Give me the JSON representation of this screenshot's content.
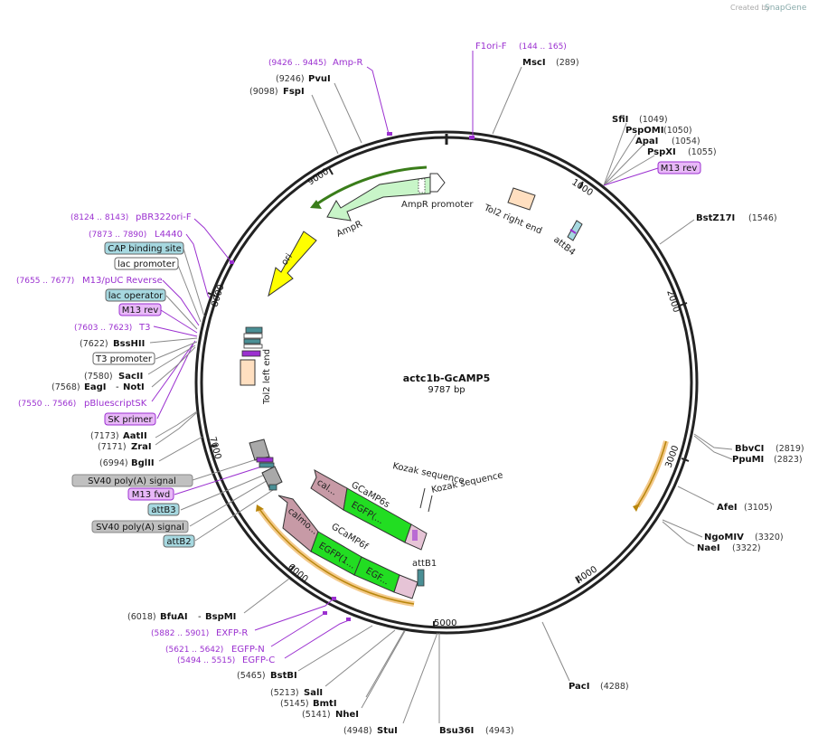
{
  "credit": {
    "created_by": "Created by",
    "app": "SnapGene"
  },
  "plasmid": {
    "name": "actc1b-GcAMP5",
    "size": "9787 bp"
  },
  "ticks": [
    "1000",
    "2000",
    "3000",
    "4000",
    "5000",
    "6000",
    "7000",
    "8000",
    "9000"
  ],
  "colors": {
    "primer": "#9b30d0",
    "yellow_feature": "#ffff00",
    "green_feature": "#c8f5c8",
    "gfp": "#22dd22",
    "mauve_feature": "#c79aa6",
    "peach_feature": "#ffdfc0",
    "gray_feature": "#a9a9a9",
    "teal_feature": "#4a8f95",
    "orf_arc": "#f3c98a"
  },
  "primers": {
    "f1ori_f": {
      "name": "F1ori-F",
      "range": "(144 .. 165)"
    },
    "amp_r": {
      "range": "(9426 .. 9445)",
      "name": "Amp-R"
    },
    "pbr322": {
      "range": "(8124 .. 8143)",
      "name": "pBR322ori-F"
    },
    "l4440": {
      "range": "(7873 .. 7890)",
      "name": "L4440"
    },
    "m13puc": {
      "range": "(7655 .. 7677)",
      "name": "M13/pUC Reverse"
    },
    "t3": {
      "range": "(7603 .. 7623)",
      "name": "T3"
    },
    "pbluescript": {
      "range": "(7550 .. 7566)",
      "name": "pBluescriptSK"
    },
    "exfp_r": {
      "range": "(5882 .. 5901)",
      "name": "EXFP-R"
    },
    "egfp_n": {
      "range": "(5621 .. 5642)",
      "name": "EGFP-N"
    },
    "egfp_c": {
      "range": "(5494 .. 5515)",
      "name": "EGFP-C"
    }
  },
  "enzymes": {
    "msci": {
      "name": "MscI",
      "pos": "(289)"
    },
    "pvui": {
      "pos": "(9246)",
      "name": "PvuI"
    },
    "fspi": {
      "pos": "(9098)",
      "name": "FspI"
    },
    "sfii": {
      "name": "SfiI",
      "pos": "(1049)"
    },
    "pspomi": {
      "name": "PspOMI",
      "pos": "(1050)"
    },
    "apai": {
      "name": "ApaI",
      "pos": "(1054)"
    },
    "pspxi": {
      "name": "PspXI",
      "pos": "(1055)"
    },
    "bstz17i": {
      "name": "BstZ17I",
      "pos": "(1546)"
    },
    "bbvci": {
      "name": "BbvCI",
      "pos": "(2819)"
    },
    "ppumi": {
      "name": "PpuMI",
      "pos": "(2823)"
    },
    "afei": {
      "name": "AfeI",
      "pos": "(3105)"
    },
    "ngomiv": {
      "name": "NgoMIV",
      "pos": "(3320)"
    },
    "naei": {
      "name": "NaeI",
      "pos": "(3322)"
    },
    "paci": {
      "name": "PacI",
      "pos": "(4288)"
    },
    "bsu36i": {
      "name": "Bsu36I",
      "pos": "(4943)"
    },
    "stui": {
      "pos": "(4948)",
      "name": "StuI"
    },
    "nhei": {
      "pos": "(5141)",
      "name": "NheI"
    },
    "bmti": {
      "pos": "(5145)",
      "name": "BmtI"
    },
    "sali": {
      "pos": "(5213)",
      "name": "SalI"
    },
    "bstbi": {
      "pos": "(5465)",
      "name": "BstBI"
    },
    "bfuai": {
      "pos": "(6018)",
      "name": "BfuAI",
      "sep": "-",
      "name2": "BspMI"
    },
    "bglii": {
      "pos": "(6994)",
      "name": "BglII"
    },
    "zrai": {
      "pos": "(7171)",
      "name": "ZraI"
    },
    "aatii": {
      "pos": "(7173)",
      "name": "AatII"
    },
    "eagi": {
      "pos": "(7568)",
      "name": "EagI",
      "sep": "-",
      "name2": "NotI"
    },
    "sacii": {
      "pos": "(7580)",
      "name": "SacII"
    },
    "bsshii": {
      "pos": "(7622)",
      "name": "BssHII"
    }
  },
  "boxed_labels": {
    "m13rev_top": "M13 rev",
    "cap": "CAP binding site",
    "lac_promoter": "lac promoter",
    "lac_operator": "lac operator",
    "m13rev_left": "M13 rev",
    "t3_promoter": "T3 promoter",
    "sk_primer": "SK primer",
    "sv40_1": "SV40 poly(A) signal",
    "m13fwd": "M13 fwd",
    "attb3": "attB3",
    "sv40_2": "SV40 poly(A) signal",
    "attb2": "attB2"
  },
  "features": {
    "ampr_promoter": "AmpR promoter",
    "ampr": "AmpR",
    "ori": "ori",
    "tol2_right": "Tol2 right end",
    "attb4": "attB4",
    "tol2_left": "Tol2 left end",
    "kozak1": "Kozak sequence",
    "kozak2": "Kozak sequence",
    "gcamp6s": "GCaMP6s",
    "gcamp6f": "GCaMP6f",
    "cal": "cal...",
    "calmo": "calmo...",
    "egfp_a": "EGFP(...",
    "egfp_b": "EGFP(1...",
    "egfp_c": "EGF...",
    "attb1": "attB1"
  }
}
